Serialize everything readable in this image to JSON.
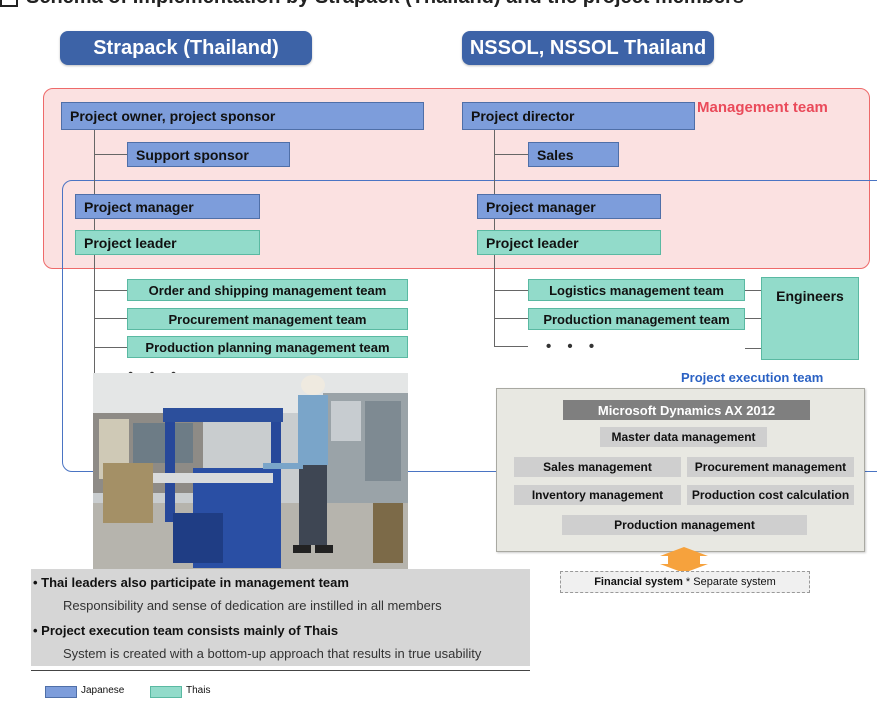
{
  "top_heading": "Schema of Implementation by Strapack (Thailand) and the project members",
  "headers": {
    "left": "Strapack (Thailand)",
    "right": "NSSOL, NSSOL Thailand"
  },
  "zones": {
    "management": "Management team",
    "execution": "Project execution team"
  },
  "left_org": {
    "owner": "Project owner, project sponsor",
    "support": "Support sponsor",
    "pm": "Project manager",
    "pl": "Project leader",
    "teams": [
      "Order and shipping management team",
      "Procurement management team",
      "Production planning management team"
    ],
    "ellipsis": "• • •"
  },
  "right_org": {
    "director": "Project director",
    "sales": "Sales",
    "pm": "Project manager",
    "pl": "Project leader",
    "teams": [
      "Logistics management team",
      "Production management team"
    ],
    "engineers": "Engineers",
    "ellipsis": "• • •"
  },
  "system": {
    "title": "Microsoft Dynamics AX 2012",
    "modules": {
      "master": "Master data management",
      "sales": "Sales management",
      "procurement": "Procurement management",
      "inventory": "Inventory management",
      "production_cost": "Production cost calculation",
      "production": "Production management"
    },
    "financial": "Financial system",
    "financial_note": "* Separate system"
  },
  "notes": [
    {
      "heading": "• Thai leaders also participate in management team",
      "body": "Responsibility and sense of dedication are instilled in all members"
    },
    {
      "heading": "• Project execution team consists mainly of Thais",
      "body": "System is created with a bottom-up approach that results in true usability"
    }
  ],
  "legend": {
    "japanese": "Japanese",
    "thais": "Thais"
  },
  "colors": {
    "japanese": "#7d9ddb",
    "thais": "#92dbca",
    "header": "#3d63a7",
    "management": "#ee6a6a",
    "execution": "#4a74c3"
  }
}
